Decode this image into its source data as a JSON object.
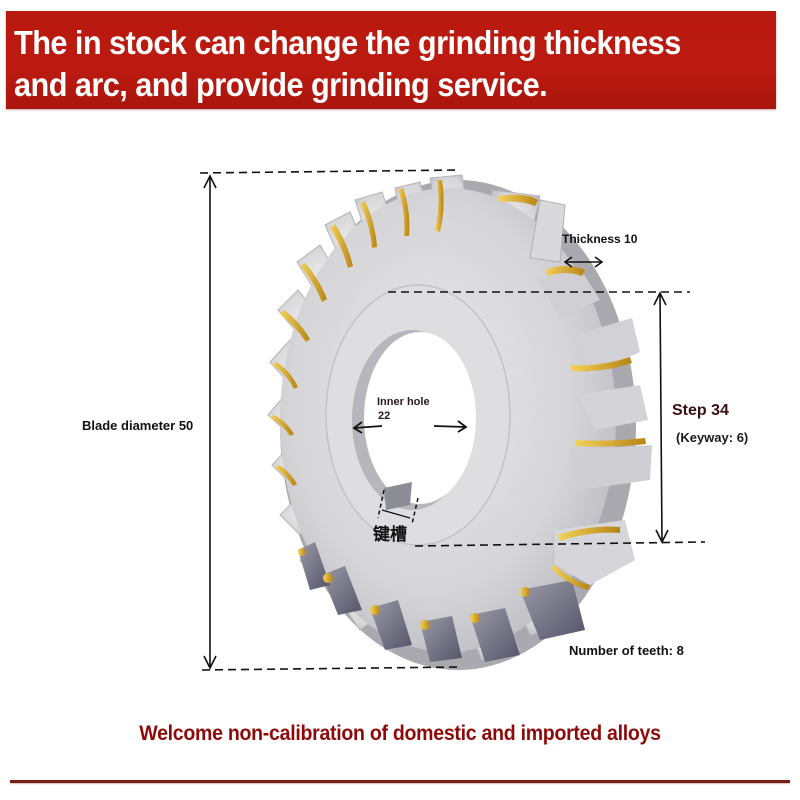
{
  "header": {
    "line1": "The in stock can change the grinding thickness",
    "line2": "and arc, and provide grinding service.",
    "background_color": "#bb1a10",
    "text_color": "#ffffff"
  },
  "diagram": {
    "subject": "saw-blade-milling-cutter",
    "labels": {
      "blade_diameter": "Blade diameter 50",
      "thickness": "Thickness 10",
      "inner_hole": "Inner hole",
      "inner_hole_value": "22",
      "keyway_cn": "键槽",
      "step": "Step 34",
      "keyway": "(Keyway: 6)",
      "teeth": "Number of teeth: 8"
    },
    "colors": {
      "blade_body": "#d6d6d8",
      "blade_shadow": "#a9a9b0",
      "brazing": "#d9a92a",
      "tooth_face": "#6d6d7e",
      "dimension_line": "#111111"
    }
  },
  "footer": {
    "text": "Welcome non-calibration of domestic and imported alloys",
    "text_color": "#8e0a0a",
    "rule_color": "#7a1e1a"
  }
}
